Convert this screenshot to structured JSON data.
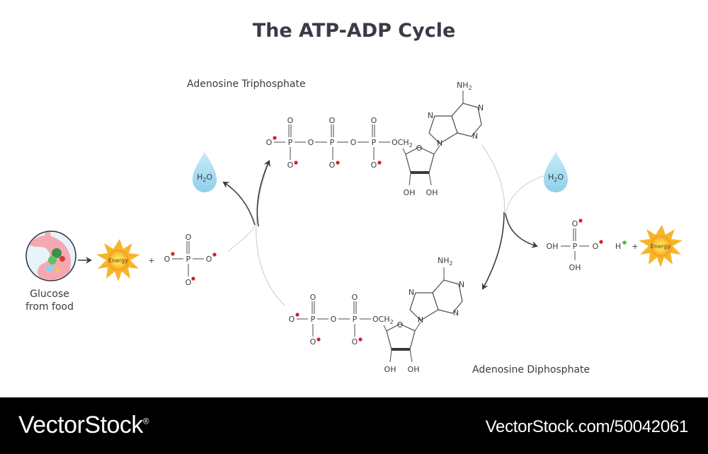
{
  "title": "The ATP-ADP Cycle",
  "labels": {
    "atp": "Adenosine Triphosphate",
    "adp": "Adenosine Diphosphate",
    "glucose_line1": "Glucose",
    "glucose_line2": "from food",
    "energy": "Energy",
    "water": "H",
    "water_sub": "2",
    "water_o": "O",
    "plus": "+",
    "hydrogen_ion": "H"
  },
  "atoms": {
    "oxygen": "O",
    "phosphorus": "P",
    "nitrogen": "N",
    "amine": "NH",
    "amine_sub": "2",
    "hydroxyl": "OH",
    "ch2_c": "CH",
    "ch2_sub": "2",
    "o_ch2": "OCH"
  },
  "colors": {
    "charge_negative": "#d81e28",
    "charge_positive": "#3cc93c",
    "water_drop": "#a9dcef",
    "arrow": "#3b3b47",
    "sun_outer": "#f7b52b",
    "sun_inner": "#fde04a"
  },
  "footer": {
    "brand": "VectorStock",
    "brand_mark": "®",
    "image_id": "VectorStock.com/50042061"
  },
  "icons": [
    "stomach-icon",
    "energy-sun-icon",
    "water-drop-icon",
    "arrow-icon"
  ]
}
